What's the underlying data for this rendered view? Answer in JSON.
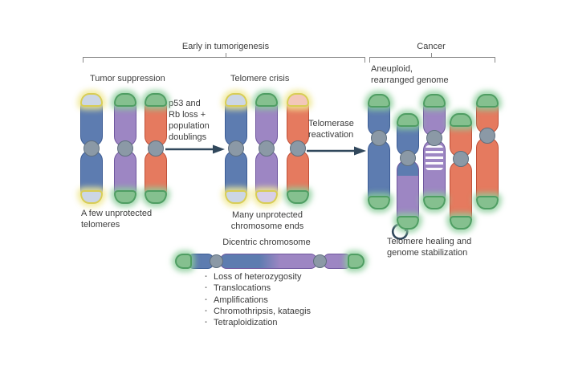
{
  "colors": {
    "blue": "#5d7cb0",
    "blue-dark": "#3c5c95",
    "purple": "#9d86c3",
    "purple-dark": "#6f569e",
    "orange": "#e57a5f",
    "orange-dark": "#bf5038",
    "green-cap": "#85c08f",
    "green-cap-dark": "#4f9e63",
    "green-glow": "rgba(140,205,155,0.8)",
    "yellow-ring": "#d8cd56",
    "yellow-glow": "rgba(240,233,150,0.85)",
    "centromere": "#8b99a6",
    "centromere-dark": "#5f6f7e",
    "arrow": "#31485c",
    "bracket": "#8a8a8a",
    "text": "#3c3c3c"
  },
  "brackets": {
    "early": "Early in tumorigenesis",
    "cancer": "Cancer"
  },
  "stages": {
    "tumor_suppression": {
      "title": "Tumor suppression",
      "caption": "A few unprotected\ntelomeres"
    },
    "telomere_crisis": {
      "title": "Telomere crisis",
      "caption": "Many unprotected\nchromosome ends"
    },
    "cancer": {
      "title": "Aneuploid,\nrearranged genome",
      "caption": "Telomere healing and\ngenome stabilization"
    }
  },
  "arrows": {
    "p53": "p53 and\nRb loss +\npopulation\ndoublings",
    "telomerase": "Telomerase\nreactivation"
  },
  "dicentric": {
    "label": "Dicentric chromosome",
    "consequences": [
      "Loss of heterozygosity",
      "Translocations",
      "Amplifications",
      "Chromothripsis, kataegis",
      "Tetraploidization"
    ]
  }
}
